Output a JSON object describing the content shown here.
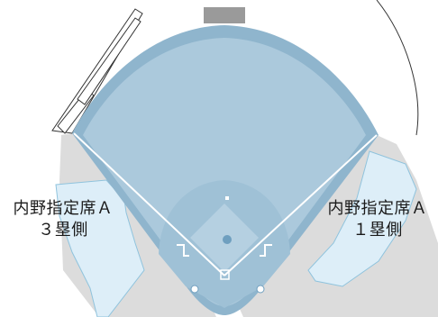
{
  "sections": {
    "third_base": {
      "line1": "内野指定席Ａ",
      "line2": "３塁側"
    },
    "first_base": {
      "line1": "内野指定席Ａ",
      "line2": "１塁側"
    }
  },
  "colors": {
    "outfield_grass": "#abc9dc",
    "warning_track": "#8fb5cd",
    "infield_dirt": "#9fc1d6",
    "highlighted_seats": "#ddeef8",
    "highlighted_seats_border": "#8fc3dd",
    "stands": "#dcdcdc",
    "foul_lines": "#ffffff",
    "outline": "#333333"
  }
}
